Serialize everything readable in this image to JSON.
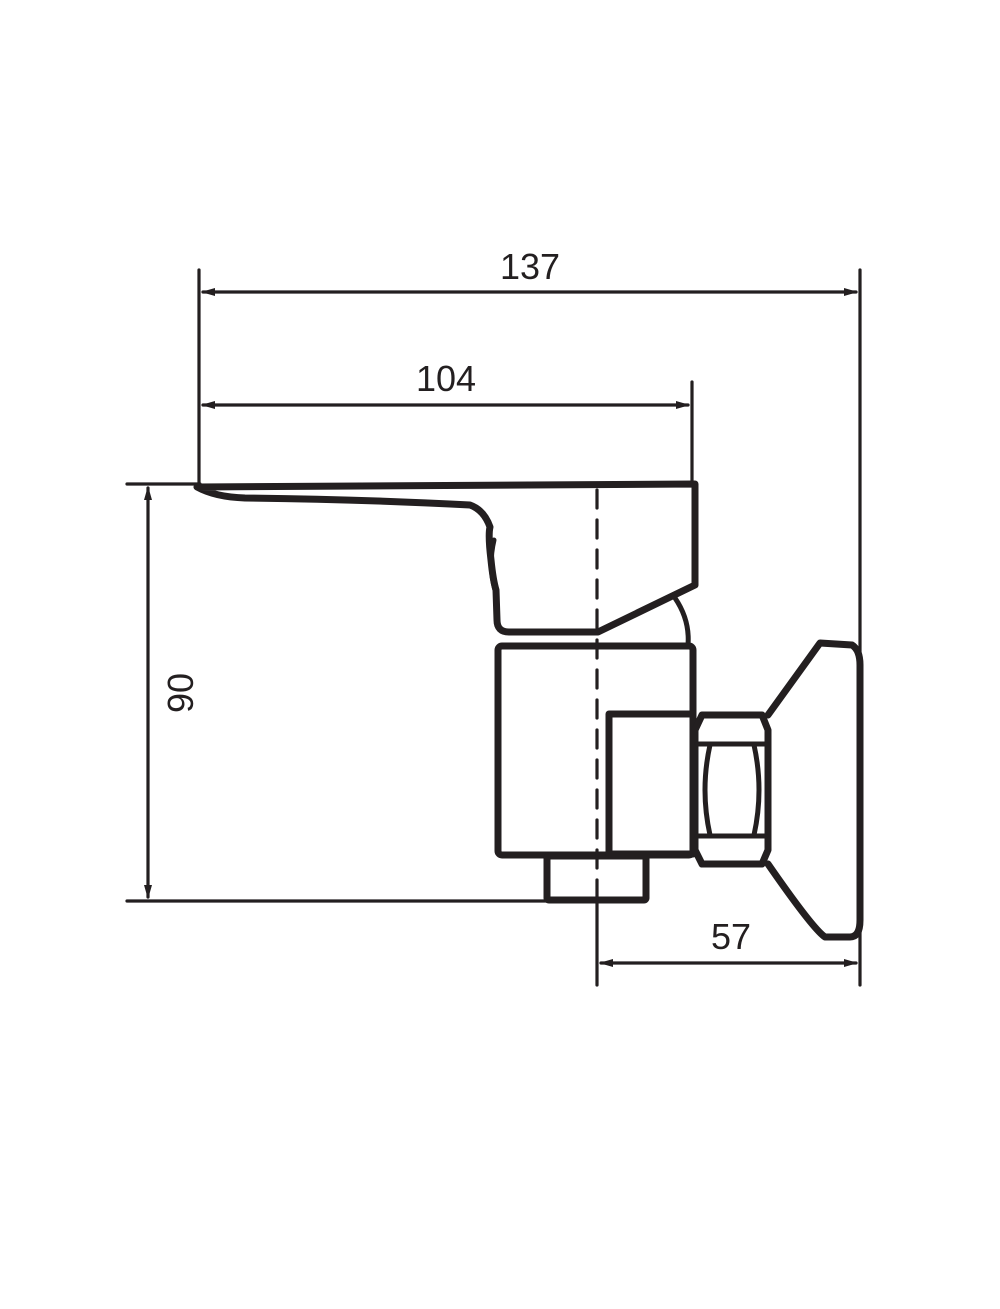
{
  "dimensions": {
    "overall_width": "137",
    "handle_length": "104",
    "height": "90",
    "depth": "57"
  },
  "colors": {
    "line": "#231f20",
    "background": "#ffffff"
  }
}
